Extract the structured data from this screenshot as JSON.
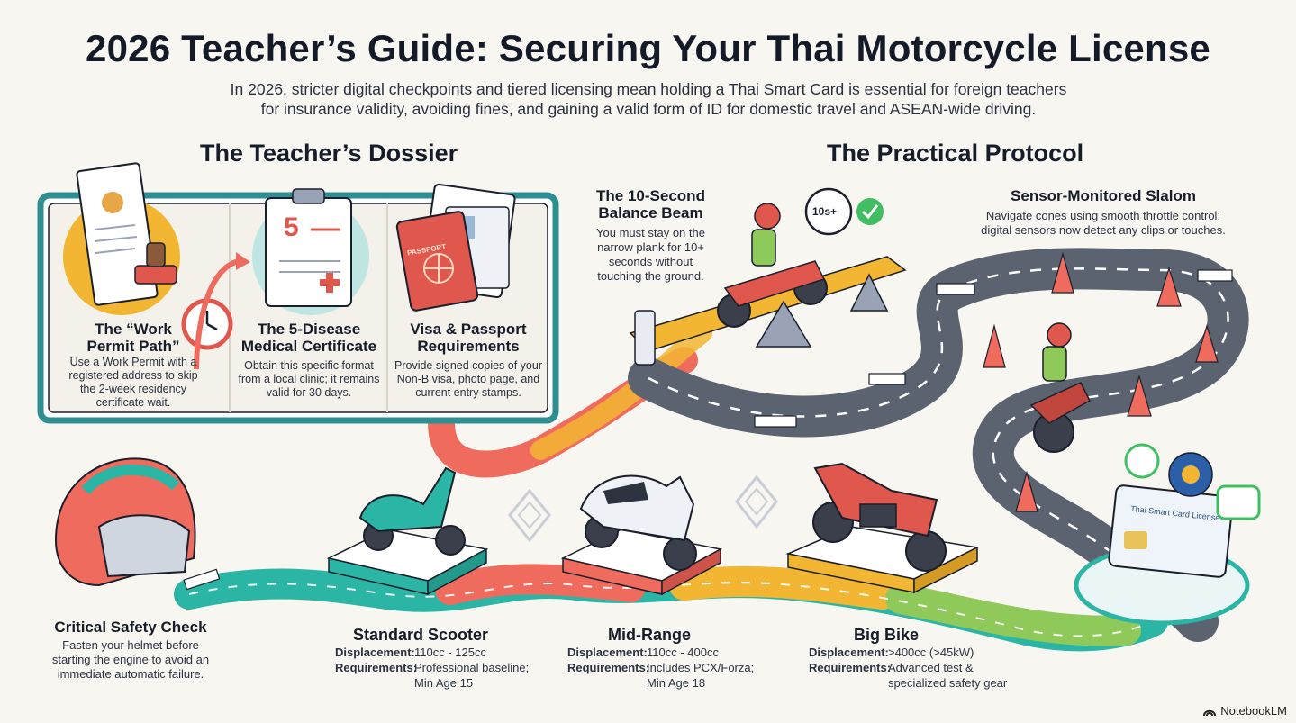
{
  "header": {
    "title": "2026 Teacher’s Guide: Securing Your Thai Motorcycle License",
    "subtitle_line1": "In 2026, stricter digital checkpoints and tiered licensing mean holding a Thai Smart Card is essential for foreign teachers",
    "subtitle_line2": "for insurance validity, avoiding fines, and gaining a valid form of ID for domestic travel and ASEAN-wide driving."
  },
  "dossier": {
    "heading": "The Teacher’s Dossier",
    "cards": [
      {
        "title_line1": "The “Work",
        "title_line2": "Permit Path”",
        "desc_lines": [
          "Use a Work Permit with a",
          "registered address to skip",
          "the 2-week residency",
          "certificate wait."
        ]
      },
      {
        "title_line1": "The 5-Disease",
        "title_line2": "Medical Certificate",
        "desc_lines": [
          "Obtain this specific format",
          "from a local clinic; it remains",
          "valid for 30 days."
        ],
        "badge": "5"
      },
      {
        "title_line1": "Visa & Passport",
        "title_line2": "Requirements",
        "desc_lines": [
          "Provide signed copies of your",
          "Non-B visa, photo page, and",
          "current entry stamps."
        ],
        "passport_label": "PASSPORT"
      }
    ]
  },
  "protocol": {
    "heading": "The Practical Protocol",
    "balance": {
      "title_line1": "The 10-Second",
      "title_line2": "Balance Beam",
      "desc_lines": [
        "You must stay on the",
        "narrow plank for 10+",
        "seconds without",
        "touching the ground."
      ],
      "timer_label": "10s+"
    },
    "slalom": {
      "title": "Sensor-Monitored Slalom",
      "desc_lines": [
        "Navigate cones using smooth throttle control;",
        "digital sensors now detect any clips or touches."
      ]
    },
    "card_label": "Thai Smart Card License"
  },
  "safety": {
    "title": "Critical Safety Check",
    "desc_lines": [
      "Fasten your helmet before",
      "starting the engine to avoid an",
      "immediate automatic failure."
    ]
  },
  "tiers": [
    {
      "name": "Standard Scooter",
      "displacement_label": "Displacement:",
      "displacement": "110cc - 125cc",
      "requirements_label": "Requirements:",
      "requirements_lines": [
        "Professional baseline;",
        "Min Age 15"
      ],
      "color": "#2bb5a4"
    },
    {
      "name": "Mid-Range",
      "displacement_label": "Displacement:",
      "displacement": "110cc - 400cc",
      "requirements_label": "Requirements:",
      "requirements_lines": [
        "Includes PCX/Forza;",
        "Min Age 18"
      ],
      "color": "#ef6b5e"
    },
    {
      "name": "Big Bike",
      "displacement_label": "Displacement:",
      "displacement": ">400cc (>45kW)",
      "requirements_label": "Requirements:",
      "requirements_lines": [
        "Advanced test &",
        "specialized safety gear"
      ],
      "color": "#f2b632"
    }
  ],
  "brand": {
    "name": "NotebookLM"
  },
  "colors": {
    "teal": "#2bb5a4",
    "coral": "#ef6b5e",
    "amber": "#f2b632",
    "green": "#8fc95a",
    "navy": "#171c29",
    "road": "#5b6270"
  }
}
